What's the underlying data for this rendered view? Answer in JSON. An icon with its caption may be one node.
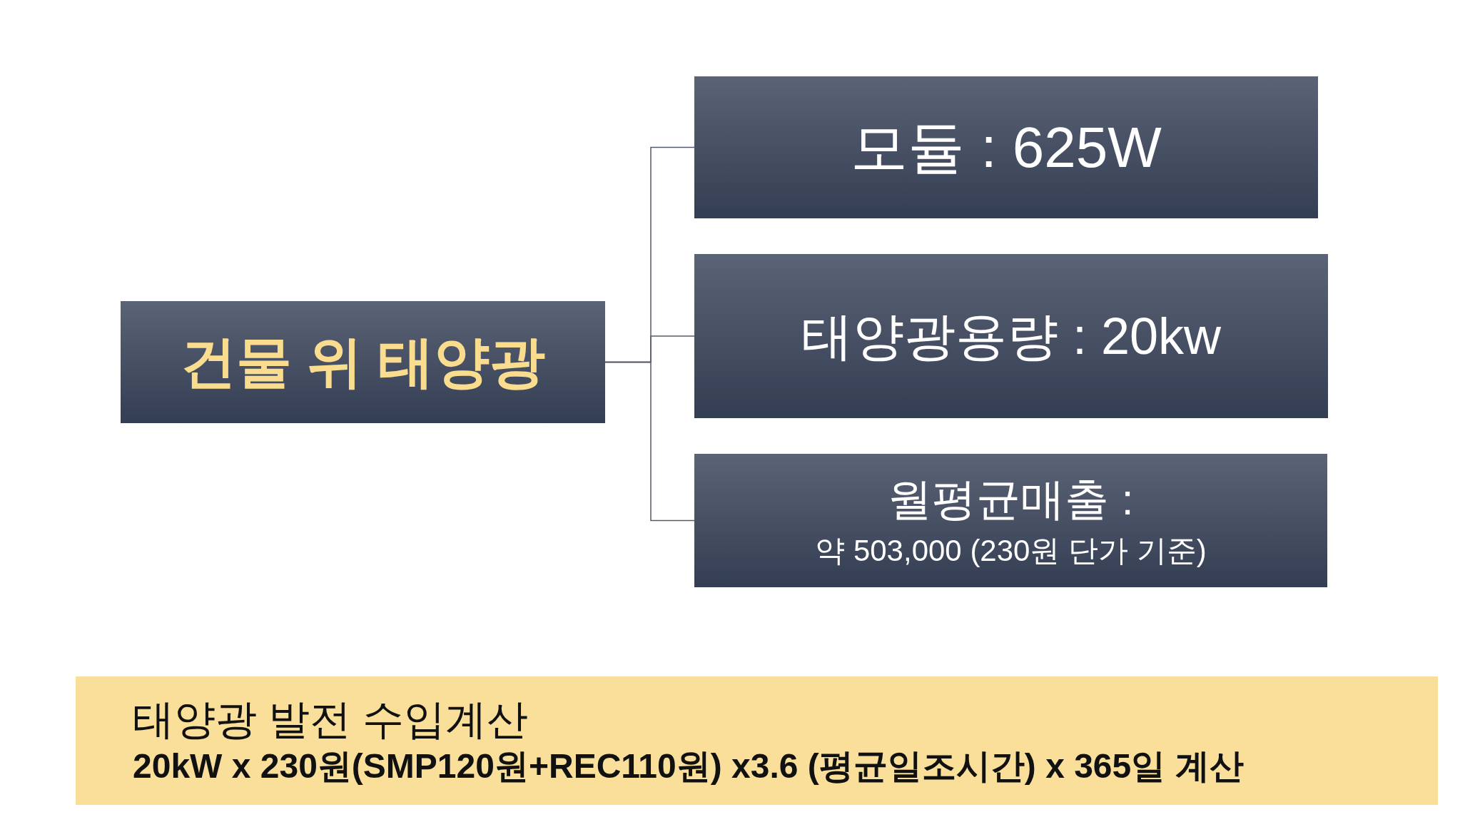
{
  "diagram": {
    "nodes": [
      {
        "text": [
          "건물 위 태양광"
        ]
      },
      {
        "text": [
          "모듈 : 625W"
        ]
      },
      {
        "text": [
          "태양광용량 : 20kw"
        ]
      },
      {
        "text": [
          "월평균매출 :",
          "약 503,000 (230원 단가 기준)"
        ]
      },
      {
        "text": [
          "태양광 발전 수입계산",
          "20kW x 230원(SMP120원+REC110원) x3.6 (평균일조시간) x 365일 계산"
        ]
      }
    ],
    "edges": [
      {
        "from": 0,
        "to": 1,
        "arrow": "none"
      },
      {
        "from": 0,
        "to": 2,
        "arrow": "none"
      },
      {
        "from": 0,
        "to": 3,
        "arrow": "none"
      }
    ]
  }
}
